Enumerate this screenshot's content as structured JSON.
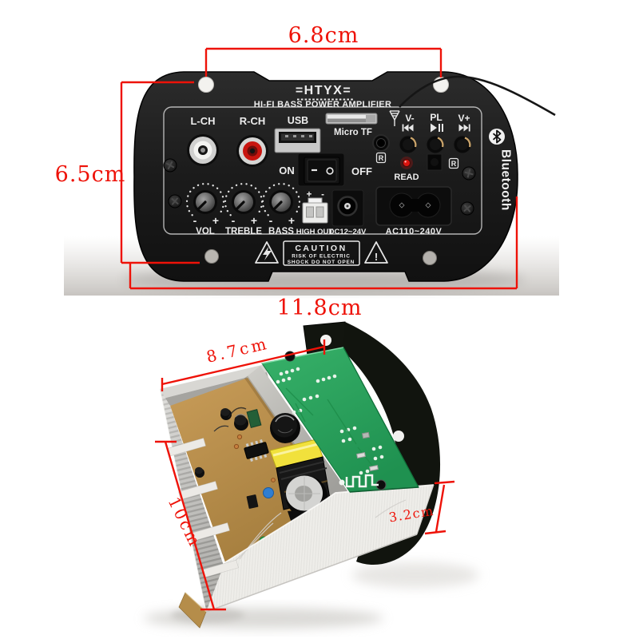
{
  "annotations": {
    "top": {
      "between_screws": "6.8cm",
      "height": "6.5cm",
      "width": "11.8cm"
    },
    "bottom": {
      "width": "8.7cm",
      "depth": "10cm",
      "height": "3.2cm"
    }
  },
  "panel": {
    "brand": "=HTYX=",
    "subtitle": "HI-FI BASS POWER AMPLIFIER",
    "left_rca": "L-CH",
    "right_rca": "R-CH",
    "usb": "USB",
    "micro_tf": "Micro TF",
    "vol_down": "V-",
    "play_pause": "PL",
    "vol_up": "V+",
    "r_badge": "R",
    "switch_on": "ON",
    "switch_off": "OFF",
    "led": "READ",
    "knob_vol": "VOL",
    "knob_treble": "TREBLE",
    "knob_bass": "BASS",
    "minus": "-",
    "plus": "+",
    "high_out": "HIGH OUT",
    "dc_input": "DC12~24V",
    "ac_input": "AC110~240V",
    "caution_title": "CAUTION",
    "caution_line2": "RISK OF ELECTRIC",
    "caution_line3": "SHOCK DO NOT OPEN",
    "warning_mark": "!",
    "bluetooth": "Bluetooth"
  },
  "colors": {
    "annotation_red": "#ee1208",
    "panel_black": "#1d1d1d",
    "pcb_green": "#2aa05c",
    "pcb_tan": "#bb914d",
    "heatsink": "#e9e8e4",
    "transformer_yellow": "#f1e13c",
    "rca_red": "#c8150f",
    "led_red": "#dc140f"
  }
}
